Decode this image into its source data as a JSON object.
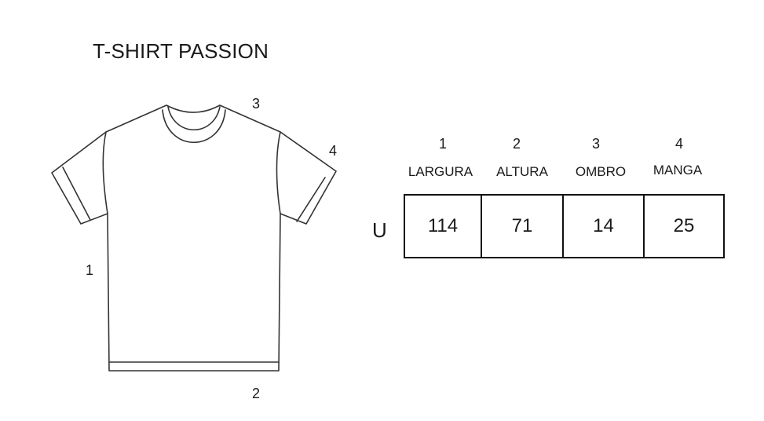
{
  "title": "T-SHIRT PASSION",
  "markers": {
    "width": "1",
    "length": "2",
    "shoulder": "3",
    "sleeve": "4"
  },
  "columns": [
    {
      "number": "1",
      "name": "LARGURA"
    },
    {
      "number": "2",
      "name": "ALTURA"
    },
    {
      "number": "3",
      "name": "OMBRO"
    },
    {
      "number": "4",
      "name": "MANGA"
    }
  ],
  "rows": [
    {
      "size": "U",
      "values": [
        "114",
        "71",
        "14",
        "25"
      ]
    }
  ],
  "colors": {
    "line": "#333333",
    "background": "#ffffff"
  }
}
